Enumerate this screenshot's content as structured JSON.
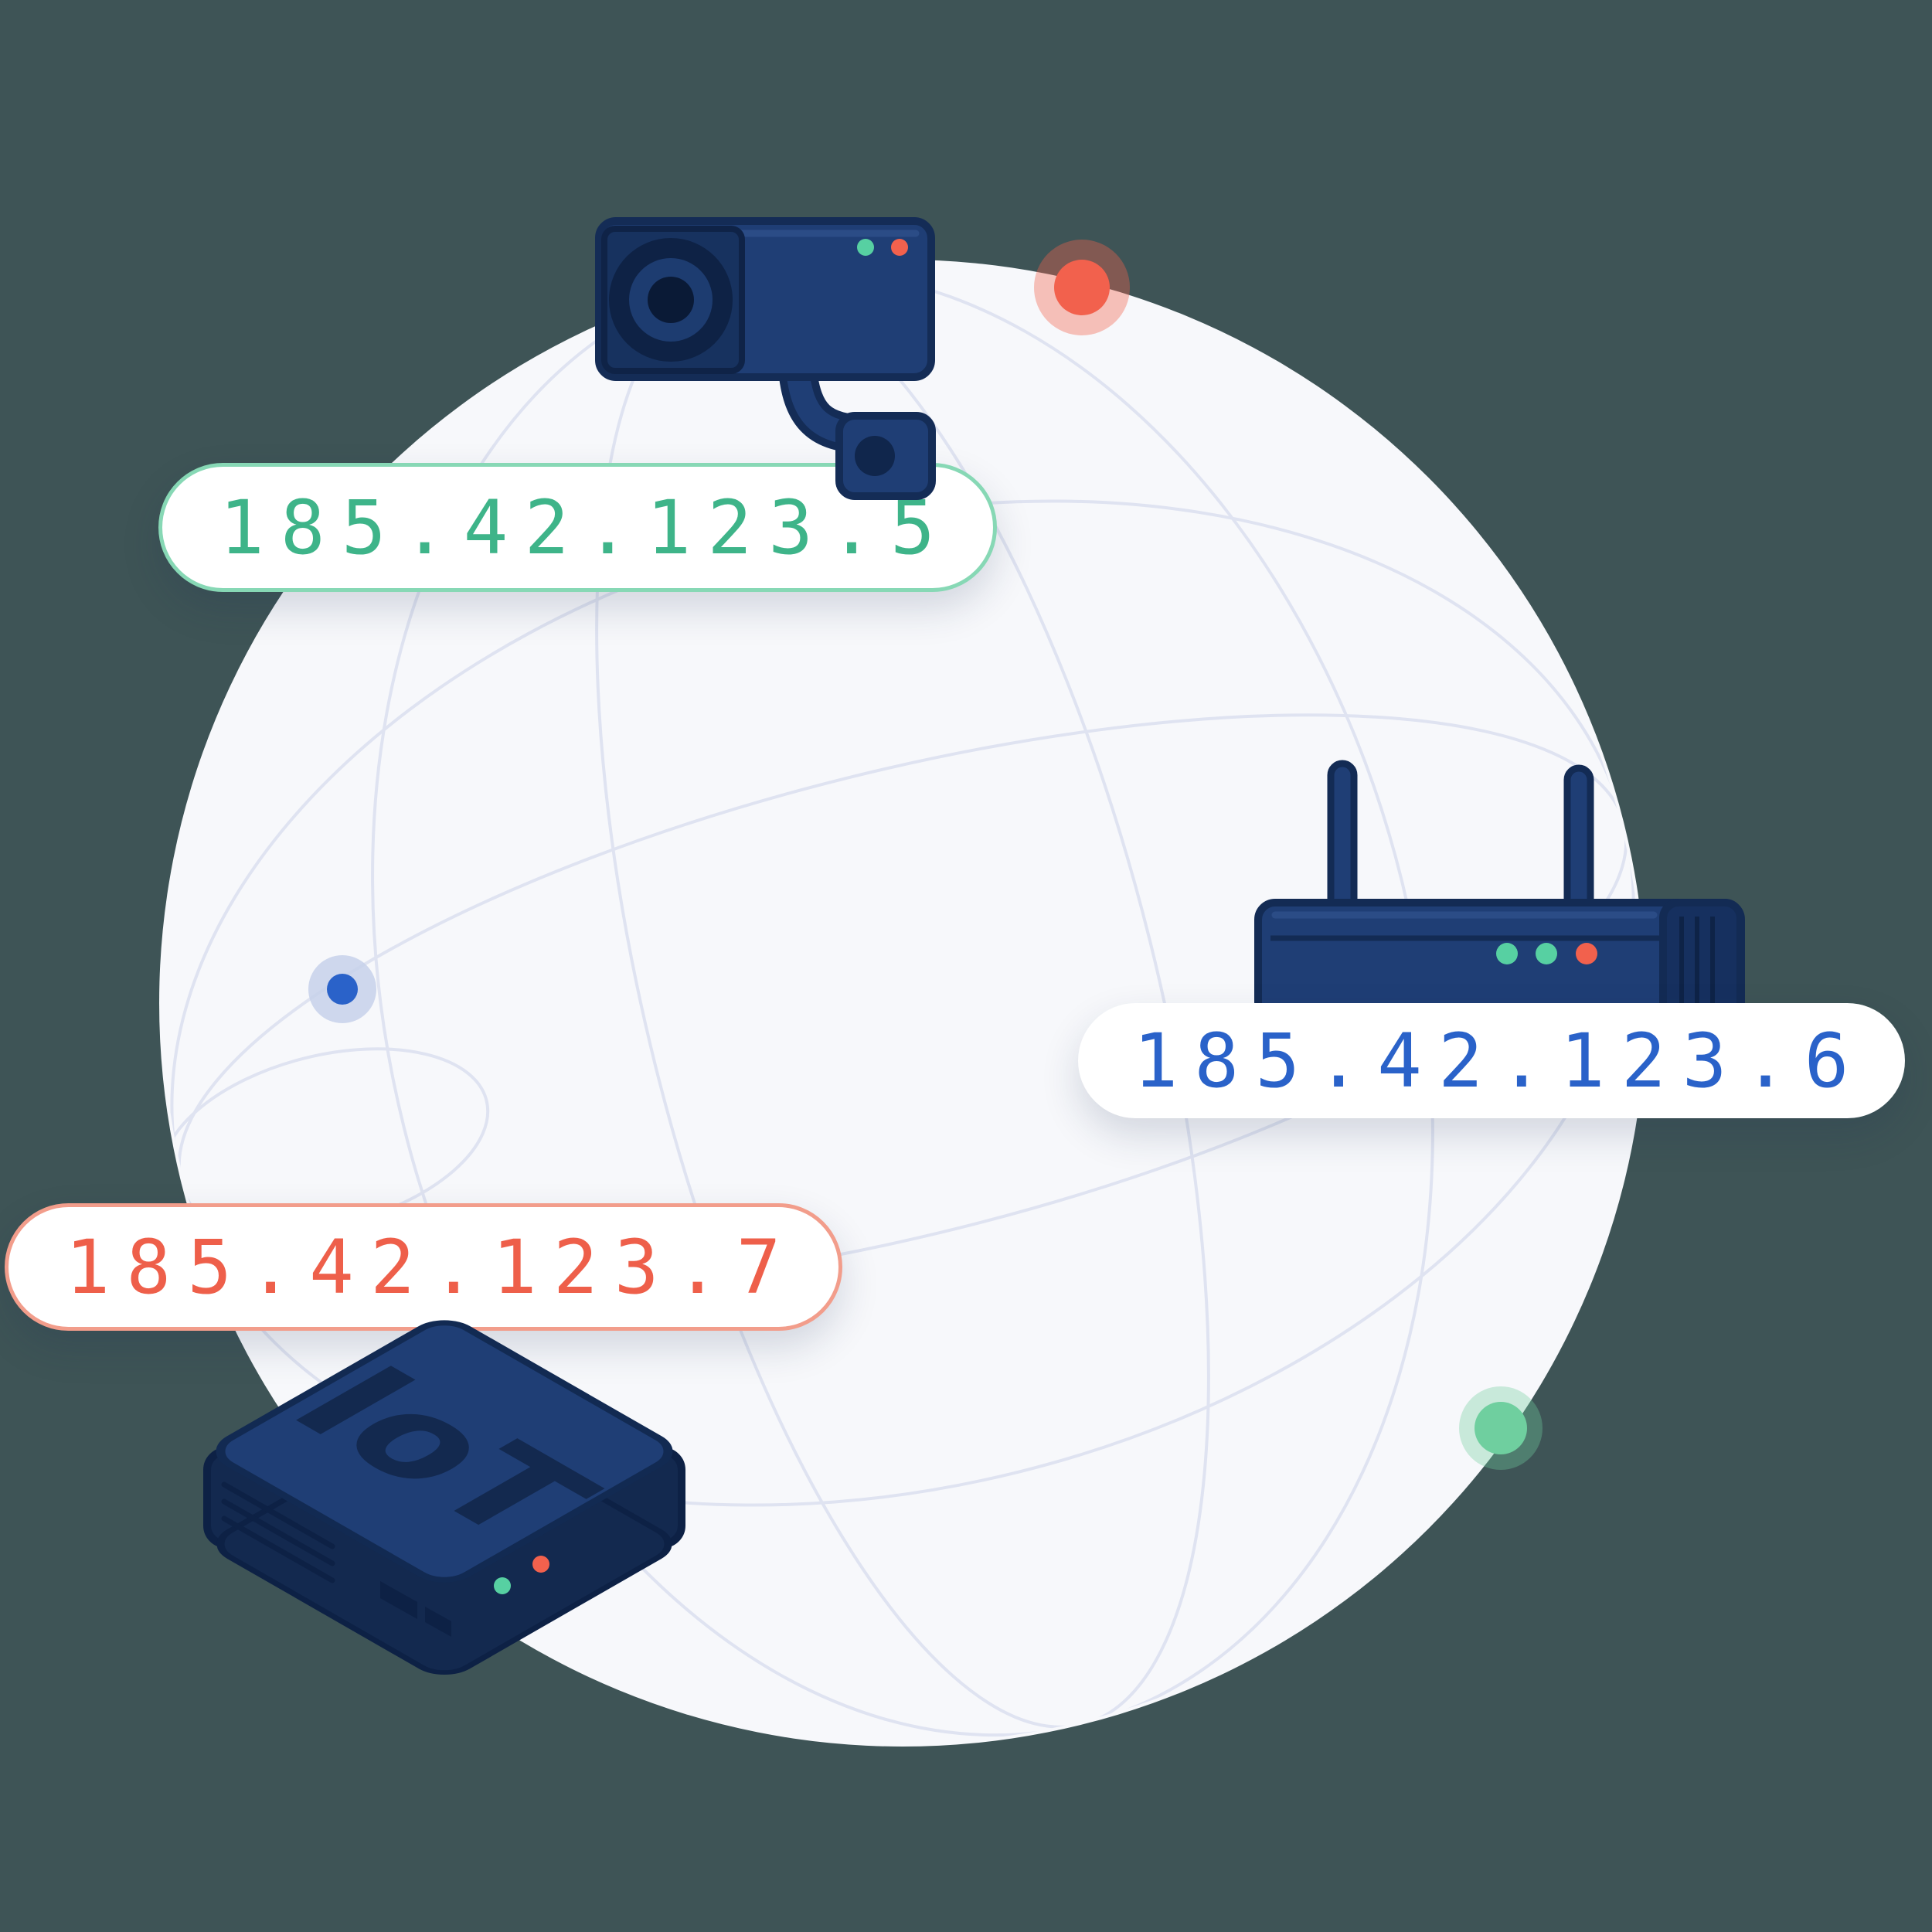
{
  "scene": {
    "background_color": "#3e5456",
    "globe": {
      "fill": "#f7f8fb",
      "grid_color": "#dfe3f1"
    },
    "devices": {
      "camera": {
        "icon": "cctv-camera-icon",
        "ip": "185.42.123.5",
        "text_color": "#3eb489",
        "pill_border_color": "#87d8b5"
      },
      "router": {
        "icon": "wifi-router-icon",
        "ip": "185.42.123.6",
        "text_color": "#2a62c9",
        "pill_border_color": "#ffffff"
      },
      "iot_box": {
        "icon": "iot-box-icon",
        "ip": "185.42.123.7",
        "label": "IoT",
        "text_color": "#ee5f4a",
        "pill_border_color": "#f29d8b"
      }
    },
    "nodes": [
      {
        "name": "red-node-dot",
        "color": "#f2614d"
      },
      {
        "name": "blue-node-dot",
        "color": "#2a62c9"
      },
      {
        "name": "green-node-dot",
        "color": "#6fcf9f"
      }
    ],
    "device_body_color": "#1f3e75",
    "device_outline_color": "#142c56",
    "led_green_color": "#57d0a2",
    "led_red_color": "#f2614d"
  }
}
